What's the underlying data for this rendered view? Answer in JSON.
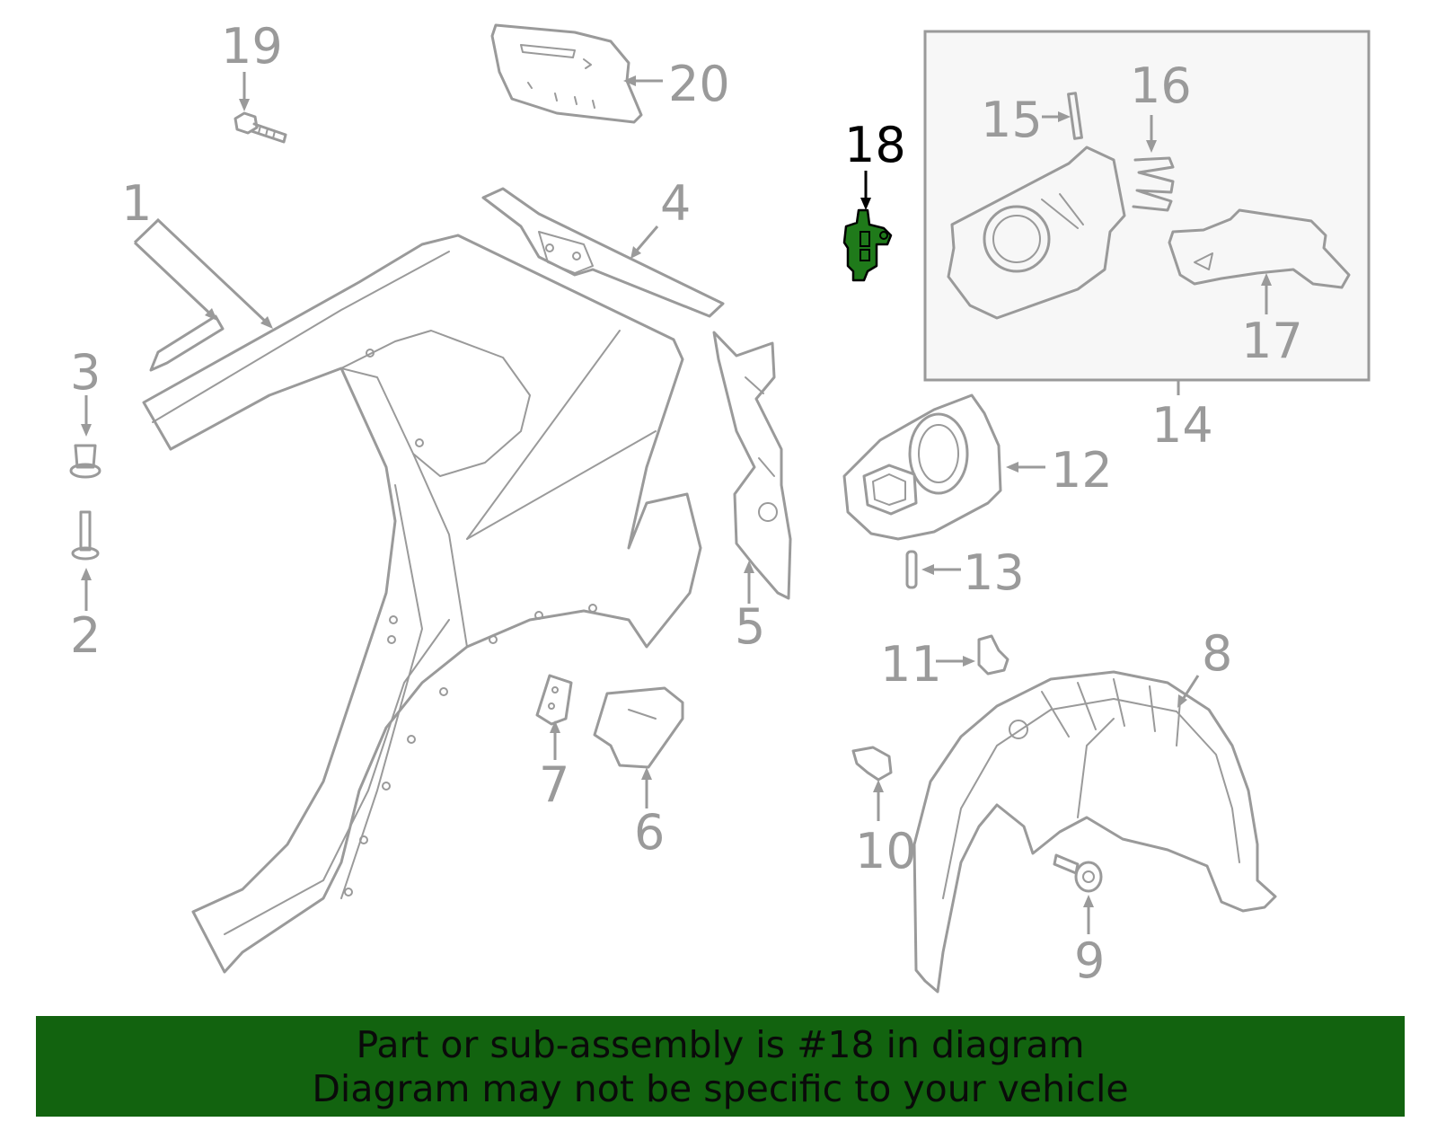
{
  "callouts": {
    "c1": "1",
    "c2": "2",
    "c3": "3",
    "c4": "4",
    "c5": "5",
    "c6": "6",
    "c7": "7",
    "c8": "8",
    "c9": "9",
    "c10": "10",
    "c11": "11",
    "c12": "12",
    "c13": "13",
    "c14": "14",
    "c15": "15",
    "c16": "16",
    "c17": "17",
    "c18": "18",
    "c19": "19",
    "c20": "20"
  },
  "highlight": {
    "part": "18",
    "color": "#1f7a1a"
  },
  "banner": {
    "line1": "Part or sub-assembly is #18 in diagram",
    "line2": "Diagram may not be specific to your vehicle",
    "background": "#12630f"
  },
  "colors": {
    "line": "#9a9a9a",
    "highlight_label": "#000000"
  }
}
